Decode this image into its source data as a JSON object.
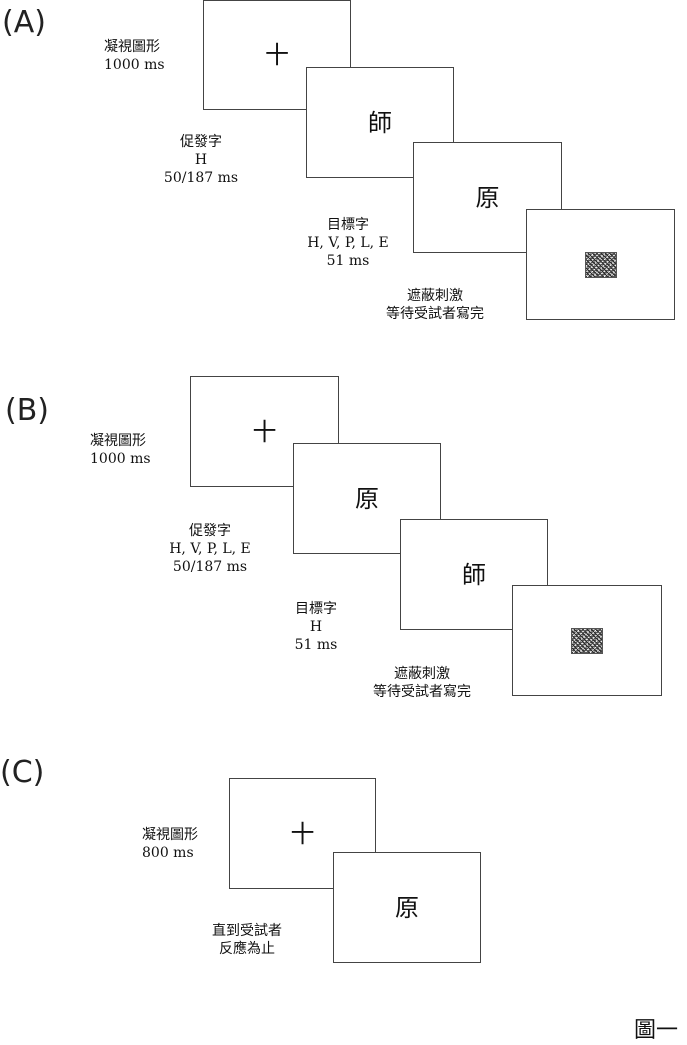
{
  "panels": [
    {
      "id": "A",
      "label": "(A)",
      "frames": [
        "十",
        "師",
        "原",
        ""
      ],
      "labels": [
        [
          "凝視圖形",
          "1000 ms"
        ],
        [
          "促發字",
          "H",
          "50/187 ms"
        ],
        [
          "目標字",
          "H, V, P, L, E",
          "51 ms"
        ],
        [
          "遮蔽刺激",
          "等待受試者寫完"
        ]
      ]
    },
    {
      "id": "B",
      "label": "(B)",
      "frames": [
        "十",
        "原",
        "師",
        ""
      ],
      "labels": [
        [
          "凝視圖形",
          "1000 ms"
        ],
        [
          "促發字",
          "H, V, P, L, E",
          "50/187 ms"
        ],
        [
          "目標字",
          "H",
          "51 ms"
        ],
        [
          "遮蔽刺激",
          "等待受試者寫完"
        ]
      ]
    },
    {
      "id": "C",
      "label": "(C)",
      "frames": [
        "十",
        "原"
      ],
      "labels": [
        [
          "凝視圖形",
          "800 ms"
        ],
        [
          "直到受試者",
          "反應為止"
        ]
      ]
    }
  ],
  "mask_stimulus_icon": "noise-mask-icon",
  "figure_caption": "圖一"
}
